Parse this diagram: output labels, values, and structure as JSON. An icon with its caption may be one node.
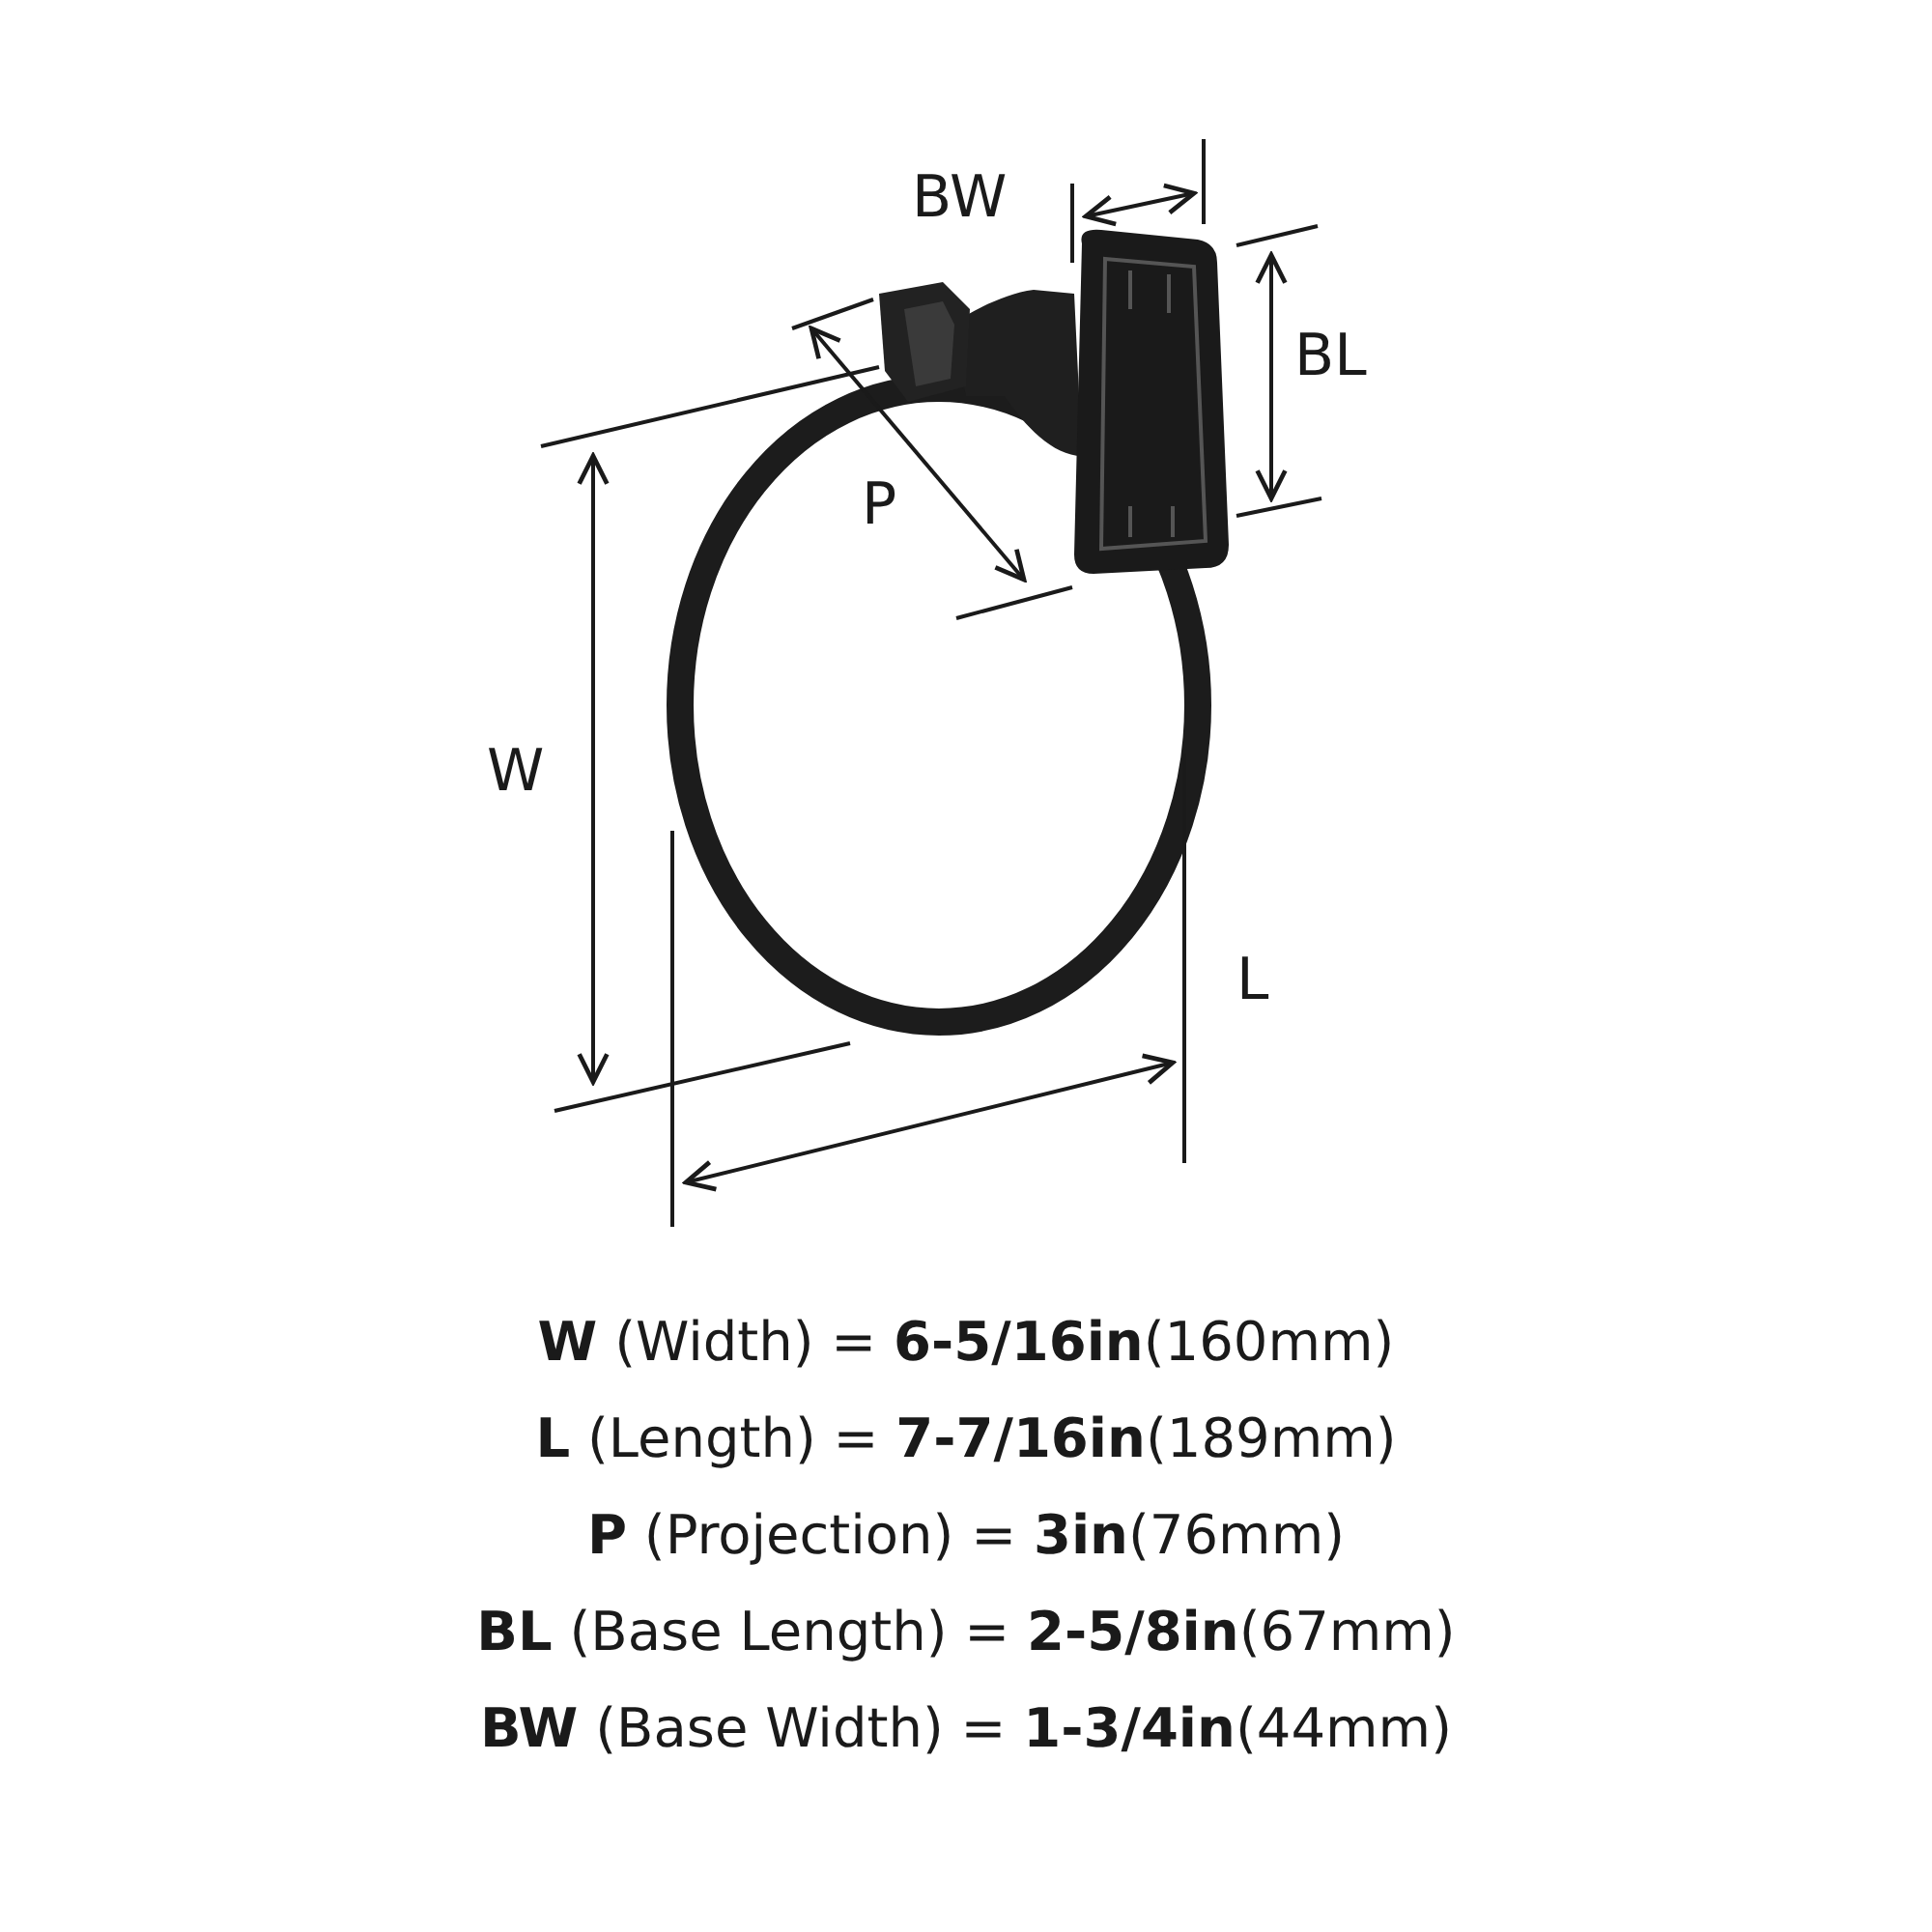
{
  "diagram": {
    "labels": [
      "BW",
      "BL",
      "P",
      "W",
      "L",
      "**W** (Width) = **6-5/16in**(160mm)",
      "**L** (Length) = **7-7/16in**(189mm)",
      "**P** (Projection) = **3in**(76mm)",
      "**BL** (Base Length) = **2-5/8in**(67mm)",
      "**BW** (Base Width) = **1-3/4in**(44mm)"
    ]
  }
}
